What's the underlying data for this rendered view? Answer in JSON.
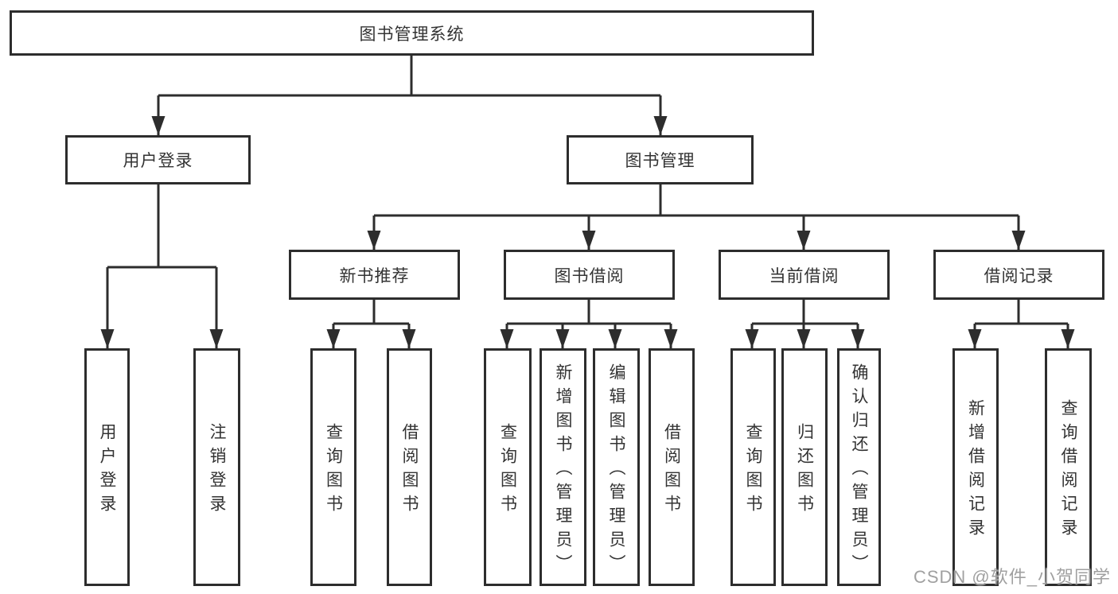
{
  "tree": {
    "label": "图书管理系统",
    "children": [
      {
        "label": "用户登录",
        "children": [
          {
            "label": "用户登录"
          },
          {
            "label": "注销登录"
          }
        ]
      },
      {
        "label": "图书管理",
        "children": [
          {
            "label": "新书推荐",
            "children": [
              {
                "label": "查询图书"
              },
              {
                "label": "借阅图书"
              }
            ]
          },
          {
            "label": "图书借阅",
            "children": [
              {
                "label": "查询图书"
              },
              {
                "label": "新增图书（管理员）"
              },
              {
                "label": "编辑图书（管理员）"
              },
              {
                "label": "借阅图书"
              }
            ]
          },
          {
            "label": "当前借阅",
            "children": [
              {
                "label": "查询图书"
              },
              {
                "label": "归还图书"
              },
              {
                "label": "确认归还（管理员）"
              }
            ]
          },
          {
            "label": "借阅记录",
            "children": [
              {
                "label": "新增借阅记录"
              },
              {
                "label": "查询借阅记录"
              }
            ]
          }
        ]
      }
    ]
  },
  "watermark": {
    "text": "CSDN @软件_小贺同学"
  },
  "colors": {
    "line": "#2d2d2d",
    "border": "#2d2d2d",
    "text": "#333333",
    "background": "#ffffff",
    "watermark": "#a0a0a0"
  }
}
